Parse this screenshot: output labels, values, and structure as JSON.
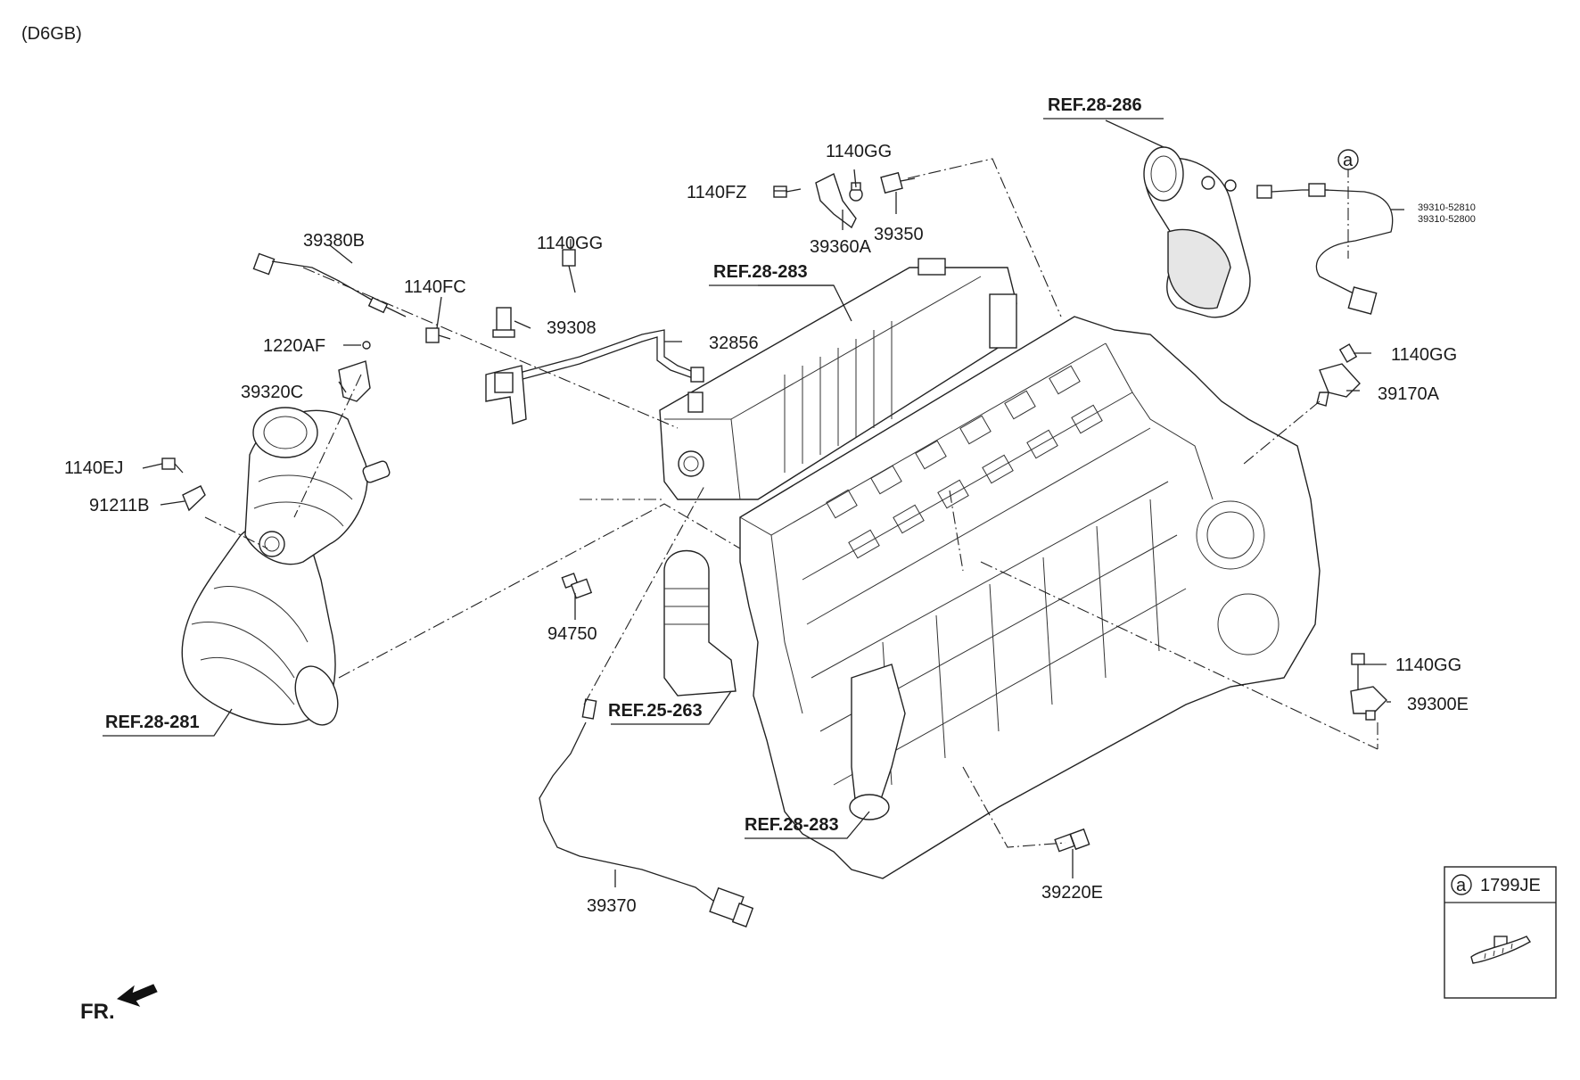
{
  "header": {
    "engine_code": "(D6GB)"
  },
  "callouts": {
    "ref_28_286": "REF.28-286",
    "ref_28_283_top": "REF.28-283",
    "ref_28_281": "REF.28-281",
    "ref_25_263": "REF.25-263",
    "ref_28_283_bottom": "REF.28-283"
  },
  "parts": {
    "p1140gg_top": "1140GG",
    "p1140fz": "1140FZ",
    "p39360a": "39360A",
    "p39350": "39350",
    "p39380b": "39380B",
    "p1140gg_mid": "1140GG",
    "p1140fc": "1140FC",
    "p39308": "39308",
    "p32856": "32856",
    "p1220af": "1220AF",
    "p39320c": "39320C",
    "p1140ej": "1140EJ",
    "p91211b": "91211B",
    "p94750": "94750",
    "p39370": "39370",
    "p39220e": "39220E",
    "p1140gg_right": "1140GG",
    "p39170a": "39170A",
    "p1140gg_lower": "1140GG",
    "p39300e": "39300E",
    "p39310_a": "39310-52810",
    "p39310_b": "39310-52800",
    "marker_a": "a"
  },
  "inset": {
    "marker": "a",
    "part": "1799JE"
  },
  "direction": {
    "label": "FR."
  }
}
